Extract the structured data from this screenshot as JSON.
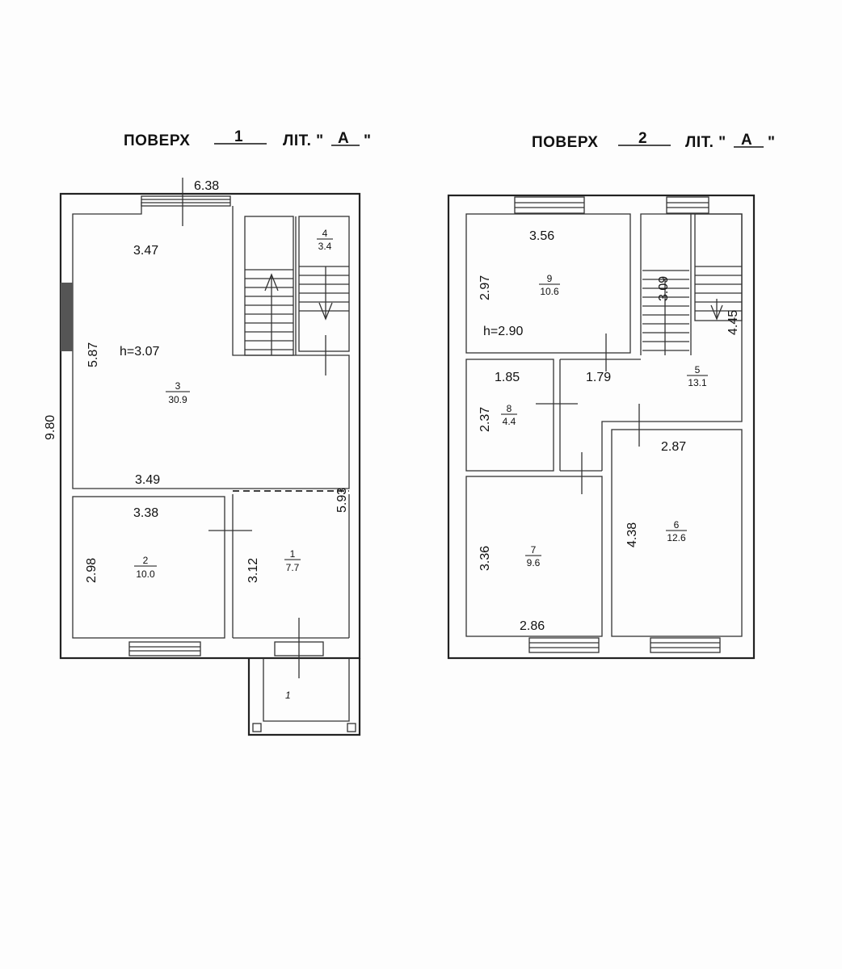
{
  "floor1": {
    "title_prefix": "ПОВЕРХ",
    "floor_number": "1",
    "title_lit": "ЛІТ. \"",
    "letter": "А",
    "quote_close": "\"",
    "height": "h=3.07",
    "dims": {
      "top": "6.38",
      "overall_left": "9.80",
      "r3_top": "3.47",
      "r3_left": "5.87",
      "r3_bottom": "3.49",
      "right": "5.93",
      "r2_top": "3.38",
      "r2_left": "2.98",
      "r1_left": "3.12"
    },
    "rooms": [
      {
        "number": "3",
        "area": "30.9"
      },
      {
        "number": "4",
        "area": "3.4"
      },
      {
        "number": "2",
        "area": "10.0"
      },
      {
        "number": "1",
        "area": "7.7"
      }
    ],
    "porch_label": "1"
  },
  "floor2": {
    "title_prefix": "ПОВЕРХ",
    "floor_number": "2",
    "title_lit": "ЛІТ. \"",
    "letter": "А",
    "quote_close": "\"",
    "height": "h=2.90",
    "dims": {
      "r9_top": "3.56",
      "r9_left": "2.97",
      "stair_left": "3.09",
      "stair_right": "4.45",
      "r8_top": "1.85",
      "r8_left": "2.37",
      "corridor": "1.79",
      "r6_top": "2.87",
      "r6_left": "4.38",
      "r7_left": "3.36",
      "r7_bottom": "2.86"
    },
    "rooms": [
      {
        "number": "9",
        "area": "10.6"
      },
      {
        "number": "8",
        "area": "4.4"
      },
      {
        "number": "5",
        "area": "13.1"
      },
      {
        "number": "7",
        "area": "9.6"
      },
      {
        "number": "6",
        "area": "12.6"
      }
    ]
  }
}
